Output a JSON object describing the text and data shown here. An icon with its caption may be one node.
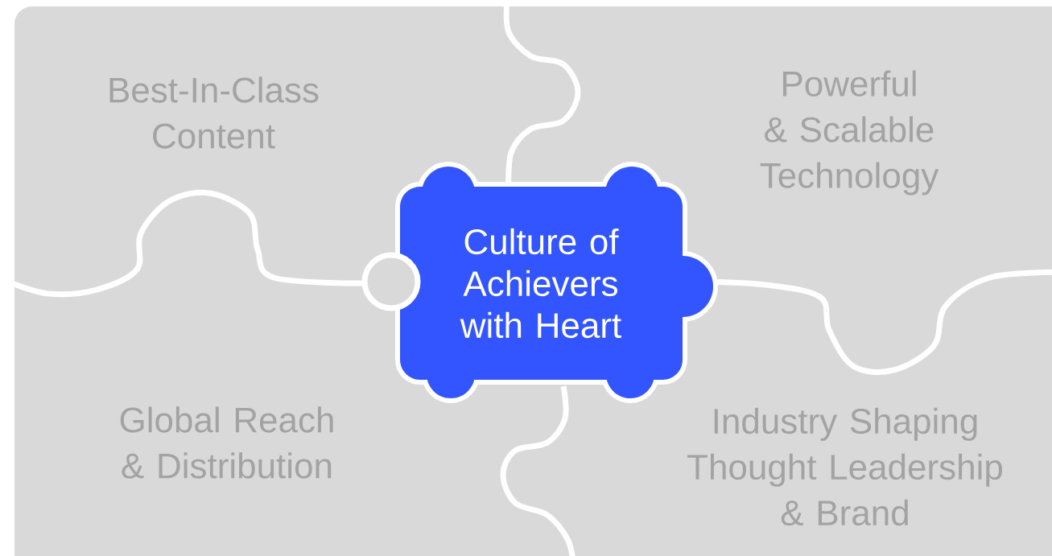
{
  "diagram": {
    "nodes": [
      {
        "text": [
          "Best-In-Class Content"
        ]
      },
      {
        "text": [
          "Powerful & Scalable Technology"
        ]
      },
      {
        "text": [
          "Culture of Achievers with Heart"
        ]
      },
      {
        "text": [
          "Global Reach & Distribution"
        ]
      },
      {
        "text": [
          "Industry Shaping Thought Leadership & Brand"
        ]
      }
    ]
  }
}
